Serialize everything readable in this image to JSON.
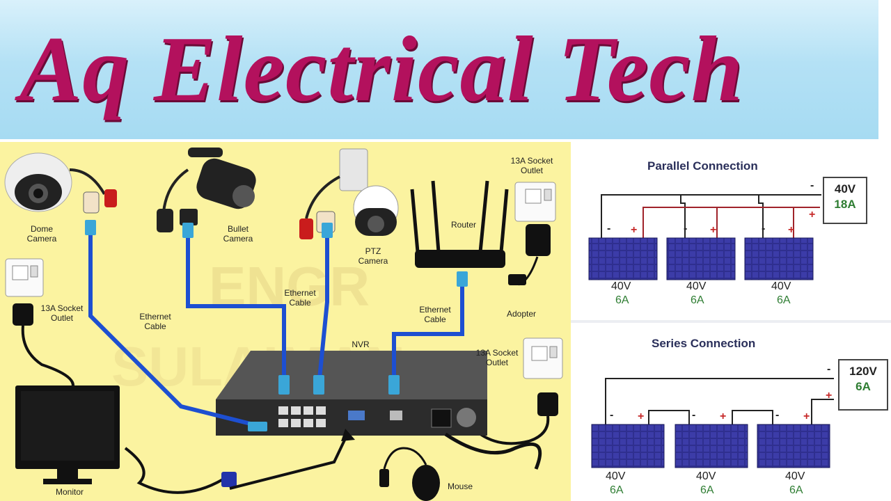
{
  "banner": {
    "title": "Aq Electrical Tech"
  },
  "cctv": {
    "dome_camera": [
      "Dome",
      "Camera"
    ],
    "bullet_camera": [
      "Bullet",
      "Camera"
    ],
    "ptz_camera": [
      "PTZ",
      "Camera"
    ],
    "router": "Router",
    "socket_top": [
      "13A Socket",
      "Outlet"
    ],
    "socket_left": [
      "13A Socket",
      "Outlet"
    ],
    "socket_right": [
      "13A Socket",
      "Outlet"
    ],
    "ethernet_1": [
      "Ethernet",
      "Cable"
    ],
    "ethernet_2": [
      "Ethernet",
      "Cable"
    ],
    "ethernet_3": [
      "Ethernet",
      "Cable"
    ],
    "adopter": "Adopter",
    "nvr": "NVR",
    "mouse": "Mouse",
    "monitor": "Monitor",
    "watermark": "ENGR SULAIMAN",
    "colors": {
      "background": "#fbf3a0",
      "cable": "#1d4fd1"
    }
  },
  "parallel": {
    "title": "Parallel Connection",
    "output_v": "40V",
    "output_a": "18A",
    "panels": [
      {
        "v": "40V",
        "a": "6A"
      },
      {
        "v": "40V",
        "a": "6A"
      },
      {
        "v": "40V",
        "a": "6A"
      }
    ]
  },
  "series": {
    "title": "Series Connection",
    "output_v": "120V",
    "output_a": "6A",
    "panels": [
      {
        "v": "40V",
        "a": "6A"
      },
      {
        "v": "40V",
        "a": "6A"
      },
      {
        "v": "40V",
        "a": "6A"
      }
    ]
  },
  "signs": {
    "minus": "-",
    "plus": "+"
  }
}
